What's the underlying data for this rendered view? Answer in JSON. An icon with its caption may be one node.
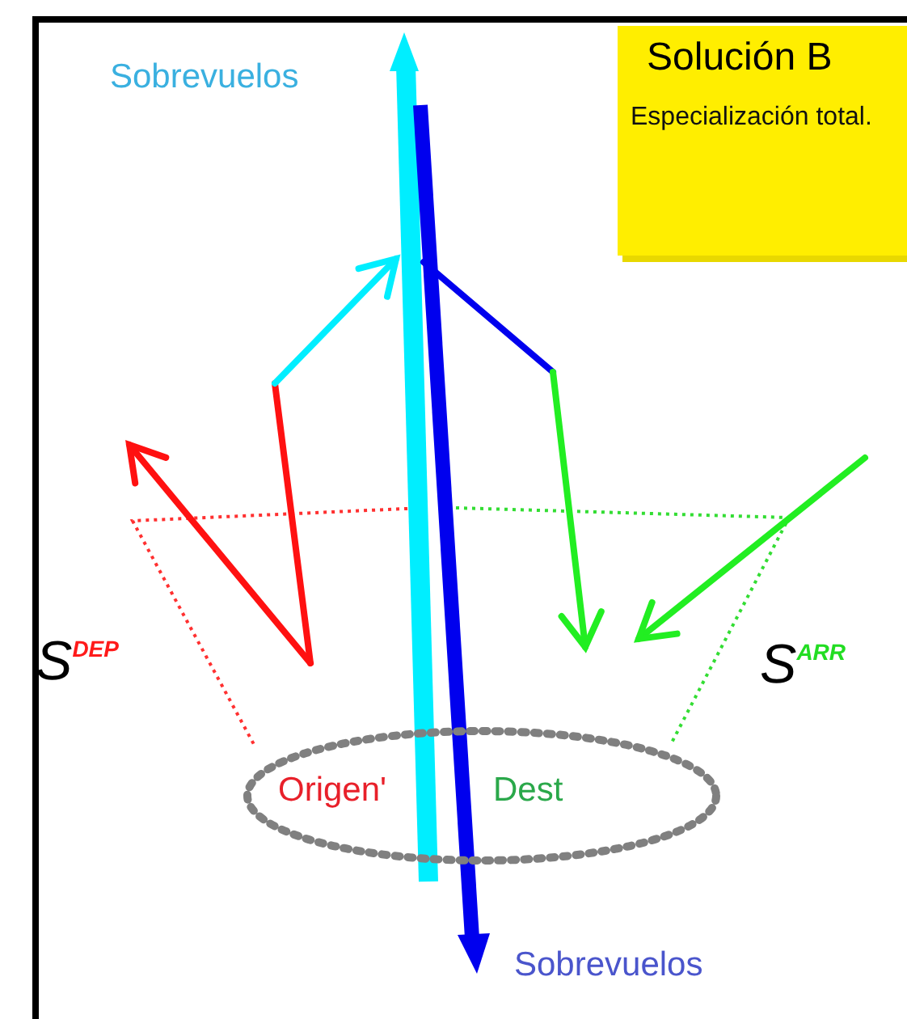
{
  "diagram": {
    "nodes": [
      {
        "text": [
          "Solución B",
          "Especialización total."
        ]
      },
      {
        "text": [
          "Origen'",
          "Dest"
        ]
      }
    ],
    "labels": [
      "Sobrevuelos",
      "S$^{DEP}$",
      "S$^{ARR}$",
      "Sobrevuelos"
    ]
  }
}
